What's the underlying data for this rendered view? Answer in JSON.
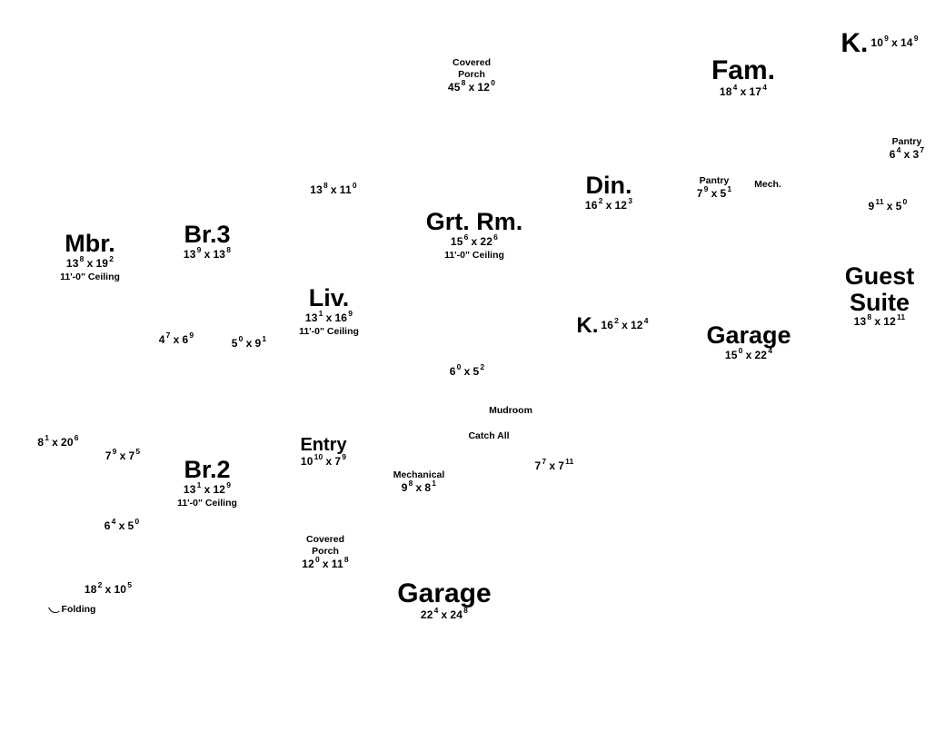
{
  "glyphs": {
    "x": "x"
  },
  "labels": {
    "covered_porch_top": {
      "line1": "Covered",
      "line2": "Porch",
      "dim": {
        "a": "45",
        "as": "8",
        "b": "12",
        "bs": "0"
      }
    },
    "fam": {
      "name": "Fam.",
      "dim": {
        "a": "18",
        "as": "4",
        "b": "17",
        "bs": "4"
      }
    },
    "k_top": {
      "name": "K.",
      "dim": {
        "a": "10",
        "as": "9",
        "b": "14",
        "bs": "9"
      }
    },
    "pantry_ne": {
      "name": "Pantry",
      "dim": {
        "a": "6",
        "as": "4",
        "b": "3",
        "bs": "7"
      }
    },
    "din": {
      "name": "Din.",
      "dim": {
        "a": "16",
        "as": "2",
        "b": "12",
        "bs": "3"
      }
    },
    "pantry_mid": {
      "name": "Pantry",
      "dim": {
        "a": "7",
        "as": "9",
        "b": "5",
        "bs": "1"
      }
    },
    "mech": {
      "name": "Mech."
    },
    "grt_rm": {
      "name": "Grt. Rm.",
      "dim": {
        "a": "15",
        "as": "6",
        "b": "22",
        "bs": "6"
      },
      "ceiling": "11'-0\" Ceiling"
    },
    "mbr": {
      "name": "Mbr.",
      "dim": {
        "a": "13",
        "as": "8",
        "b": "19",
        "bs": "2"
      },
      "ceiling": "11'-0\" Ceiling"
    },
    "br3": {
      "name": "Br.3",
      "dim": {
        "a": "13",
        "as": "9",
        "b": "13",
        "bs": "8"
      }
    },
    "guest_suite": {
      "line1": "Guest",
      "line2": "Suite",
      "dim": {
        "a": "13",
        "as": "8",
        "b": "12",
        "bs": "11"
      }
    },
    "liv": {
      "name": "Liv.",
      "dim": {
        "a": "13",
        "as": "1",
        "b": "16",
        "bs": "9"
      },
      "ceiling": "11'-0\" Ceiling"
    },
    "k_mid": {
      "name": "K.",
      "dim": {
        "a": "16",
        "as": "2",
        "b": "12",
        "bs": "4"
      }
    },
    "garage_right": {
      "name": "Garage",
      "dim": {
        "a": "15",
        "as": "0",
        "b": "22",
        "bs": "4"
      }
    },
    "mudroom": {
      "name": "Mudroom"
    },
    "catch_all": {
      "name": "Catch All"
    },
    "entry": {
      "name": "Entry",
      "dim": {
        "a": "10",
        "as": "10",
        "b": "7",
        "bs": "9"
      }
    },
    "br2": {
      "name": "Br.2",
      "dim": {
        "a": "13",
        "as": "1",
        "b": "12",
        "bs": "9"
      },
      "ceiling": "11'-0\" Ceiling"
    },
    "mechanical": {
      "name": "Mechanical",
      "dim": {
        "a": "9",
        "as": "8",
        "b": "8",
        "bs": "1"
      }
    },
    "covered_porch_bottom": {
      "line1": "Covered",
      "line2": "Porch",
      "dim": {
        "a": "12",
        "as": "0",
        "b": "11",
        "bs": "8"
      }
    },
    "folding": {
      "name": "Folding"
    },
    "garage_bottom": {
      "name": "Garage",
      "dim": {
        "a": "22",
        "as": "4",
        "b": "24",
        "bs": "8"
      }
    }
  },
  "free_dims": [
    {
      "a": "13",
      "as": "8",
      "b": "11",
      "bs": "0"
    },
    {
      "a": "9",
      "as": "11",
      "b": "5",
      "bs": "0"
    },
    {
      "a": "4",
      "as": "7",
      "b": "6",
      "bs": "9"
    },
    {
      "a": "5",
      "as": "0",
      "b": "9",
      "bs": "1"
    },
    {
      "a": "6",
      "as": "0",
      "b": "5",
      "bs": "2"
    },
    {
      "a": "8",
      "as": "1",
      "b": "20",
      "bs": "6"
    },
    {
      "a": "7",
      "as": "9",
      "b": "7",
      "bs": "5"
    },
    {
      "a": "7",
      "as": "7",
      "b": "7",
      "bs": "11"
    },
    {
      "a": "6",
      "as": "4",
      "b": "5",
      "bs": "0"
    },
    {
      "a": "18",
      "as": "2",
      "b": "10",
      "bs": "5"
    }
  ]
}
